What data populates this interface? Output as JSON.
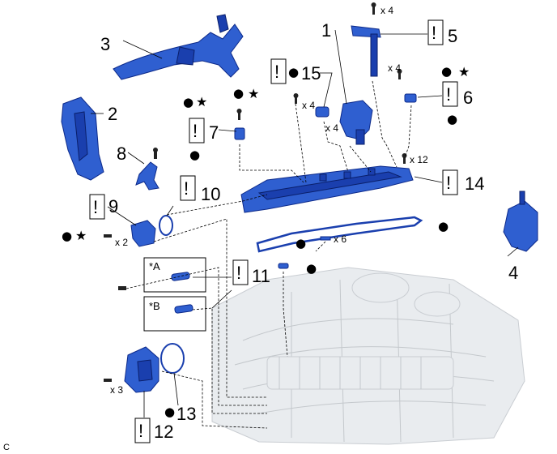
{
  "labels": {
    "n1": "1",
    "n2": "2",
    "n3": "3",
    "n4": "4",
    "n5": "5",
    "n6": "6",
    "n7": "7",
    "n8": "8",
    "n9": "9",
    "n10": "10",
    "n11": "11",
    "n12": "12",
    "n13": "13",
    "n14": "14",
    "n15": "15"
  },
  "quantities": {
    "q_bolt_top": "x 4",
    "q_coil": "x 4",
    "q_plug_tube": "x 4",
    "q_seal": "x 4",
    "q_cover_bolt": "x 12",
    "q_gasket": "x 6",
    "q_sensor9": "x 2",
    "q_pump": "x 3"
  },
  "callouts": {
    "box_a": "*A",
    "box_b": "*B"
  },
  "symbols": {
    "warning": "!",
    "star": "★",
    "dot": "●"
  },
  "footer": {
    "code": "C"
  }
}
